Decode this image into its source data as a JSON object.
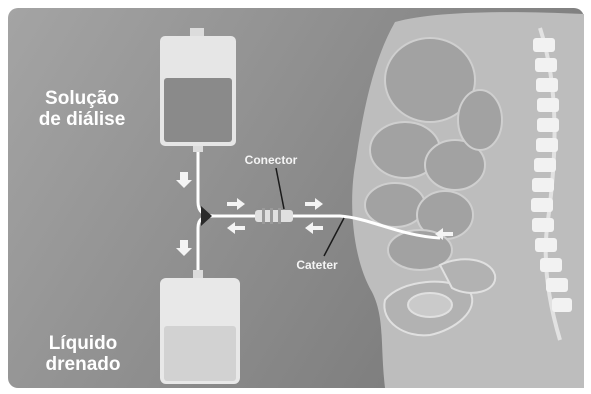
{
  "labels": {
    "dialysis_solution": [
      "Solução",
      "de diálise"
    ],
    "connector": "Conector",
    "catheter": "Cateter",
    "drained_liquid": [
      "Líquido",
      "drenado"
    ]
  },
  "colors": {
    "background": "#8e8e8e",
    "bag": "#e6e6e6",
    "fluid": "#8a8a8a",
    "body": "#bdbdbd",
    "organs": "#a3a3a3",
    "spine": "#f2f2f2",
    "tube": "#ffffff",
    "label": "#ffffff"
  },
  "icons": [
    "arrow-down-icon",
    "arrow-right-icon",
    "arrow-left-icon"
  ]
}
